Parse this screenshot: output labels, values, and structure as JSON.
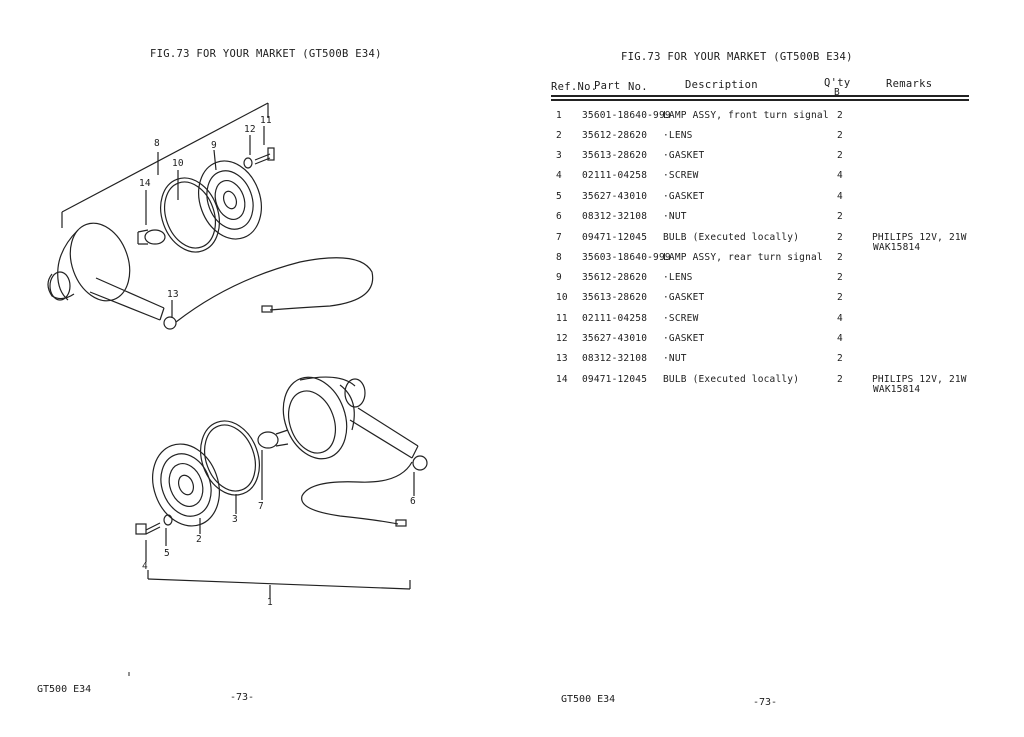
{
  "left_page": {
    "title": "FIG.73  FOR YOUR MARKET (GT500B E34)",
    "callouts": {
      "top": [
        "8",
        "10",
        "9",
        "12",
        "11",
        "14",
        "13"
      ],
      "bottom": [
        "6",
        "7",
        "3",
        "2",
        "5",
        "4",
        "1"
      ]
    },
    "footer_model": "GT500 E34",
    "footer_page": "-73-"
  },
  "right_page": {
    "title": "FIG.73  FOR YOUR MARKET (GT500B E34)",
    "headers": {
      "ref_no": "Ref.No.",
      "part": "Part",
      "no": "No.",
      "description": "Description",
      "qty": "Q'ty",
      "qty_sub": "B",
      "remarks": "Remarks"
    },
    "rows": [
      {
        "ref": "1",
        "part": "35601-18640-999",
        "desc": "LAMP ASSY, front turn signal",
        "qty": "2",
        "remarks": "",
        "remarks2": ""
      },
      {
        "ref": "2",
        "part": "35612-28620",
        "desc": "·LENS",
        "qty": "2",
        "remarks": "",
        "remarks2": ""
      },
      {
        "ref": "3",
        "part": "35613-28620",
        "desc": "·GASKET",
        "qty": "2",
        "remarks": "",
        "remarks2": ""
      },
      {
        "ref": "4",
        "part": "02111-04258",
        "desc": "·SCREW",
        "qty": "4",
        "remarks": "",
        "remarks2": ""
      },
      {
        "ref": "5",
        "part": "35627-43010",
        "desc": "·GASKET",
        "qty": "4",
        "remarks": "",
        "remarks2": ""
      },
      {
        "ref": "6",
        "part": "08312-32108",
        "desc": "·NUT",
        "qty": "2",
        "remarks": "",
        "remarks2": ""
      },
      {
        "ref": "7",
        "part": "09471-12045",
        "desc": "BULB (Executed locally)",
        "qty": "2",
        "remarks": "PHILIPS 12V, 21W",
        "remarks2": "WAK15814"
      },
      {
        "ref": "8",
        "part": "35603-18640-999",
        "desc": "LAMP ASSY, rear turn signal",
        "qty": "2",
        "remarks": "",
        "remarks2": ""
      },
      {
        "ref": "9",
        "part": "35612-28620",
        "desc": "·LENS",
        "qty": "2",
        "remarks": "",
        "remarks2": ""
      },
      {
        "ref": "10",
        "part": "35613-28620",
        "desc": "·GASKET",
        "qty": "2",
        "remarks": "",
        "remarks2": ""
      },
      {
        "ref": "11",
        "part": "02111-04258",
        "desc": "·SCREW",
        "qty": "4",
        "remarks": "",
        "remarks2": ""
      },
      {
        "ref": "12",
        "part": "35627-43010",
        "desc": "·GASKET",
        "qty": "4",
        "remarks": "",
        "remarks2": ""
      },
      {
        "ref": "13",
        "part": "08312-32108",
        "desc": "·NUT",
        "qty": "2",
        "remarks": "",
        "remarks2": ""
      },
      {
        "ref": "14",
        "part": "09471-12045",
        "desc": "BULB (Executed locally)",
        "qty": "2",
        "remarks": "PHILIPS 12V, 21W",
        "remarks2": "WAK15814"
      }
    ],
    "footer_model": "GT500 E34",
    "footer_page": "-73-"
  }
}
